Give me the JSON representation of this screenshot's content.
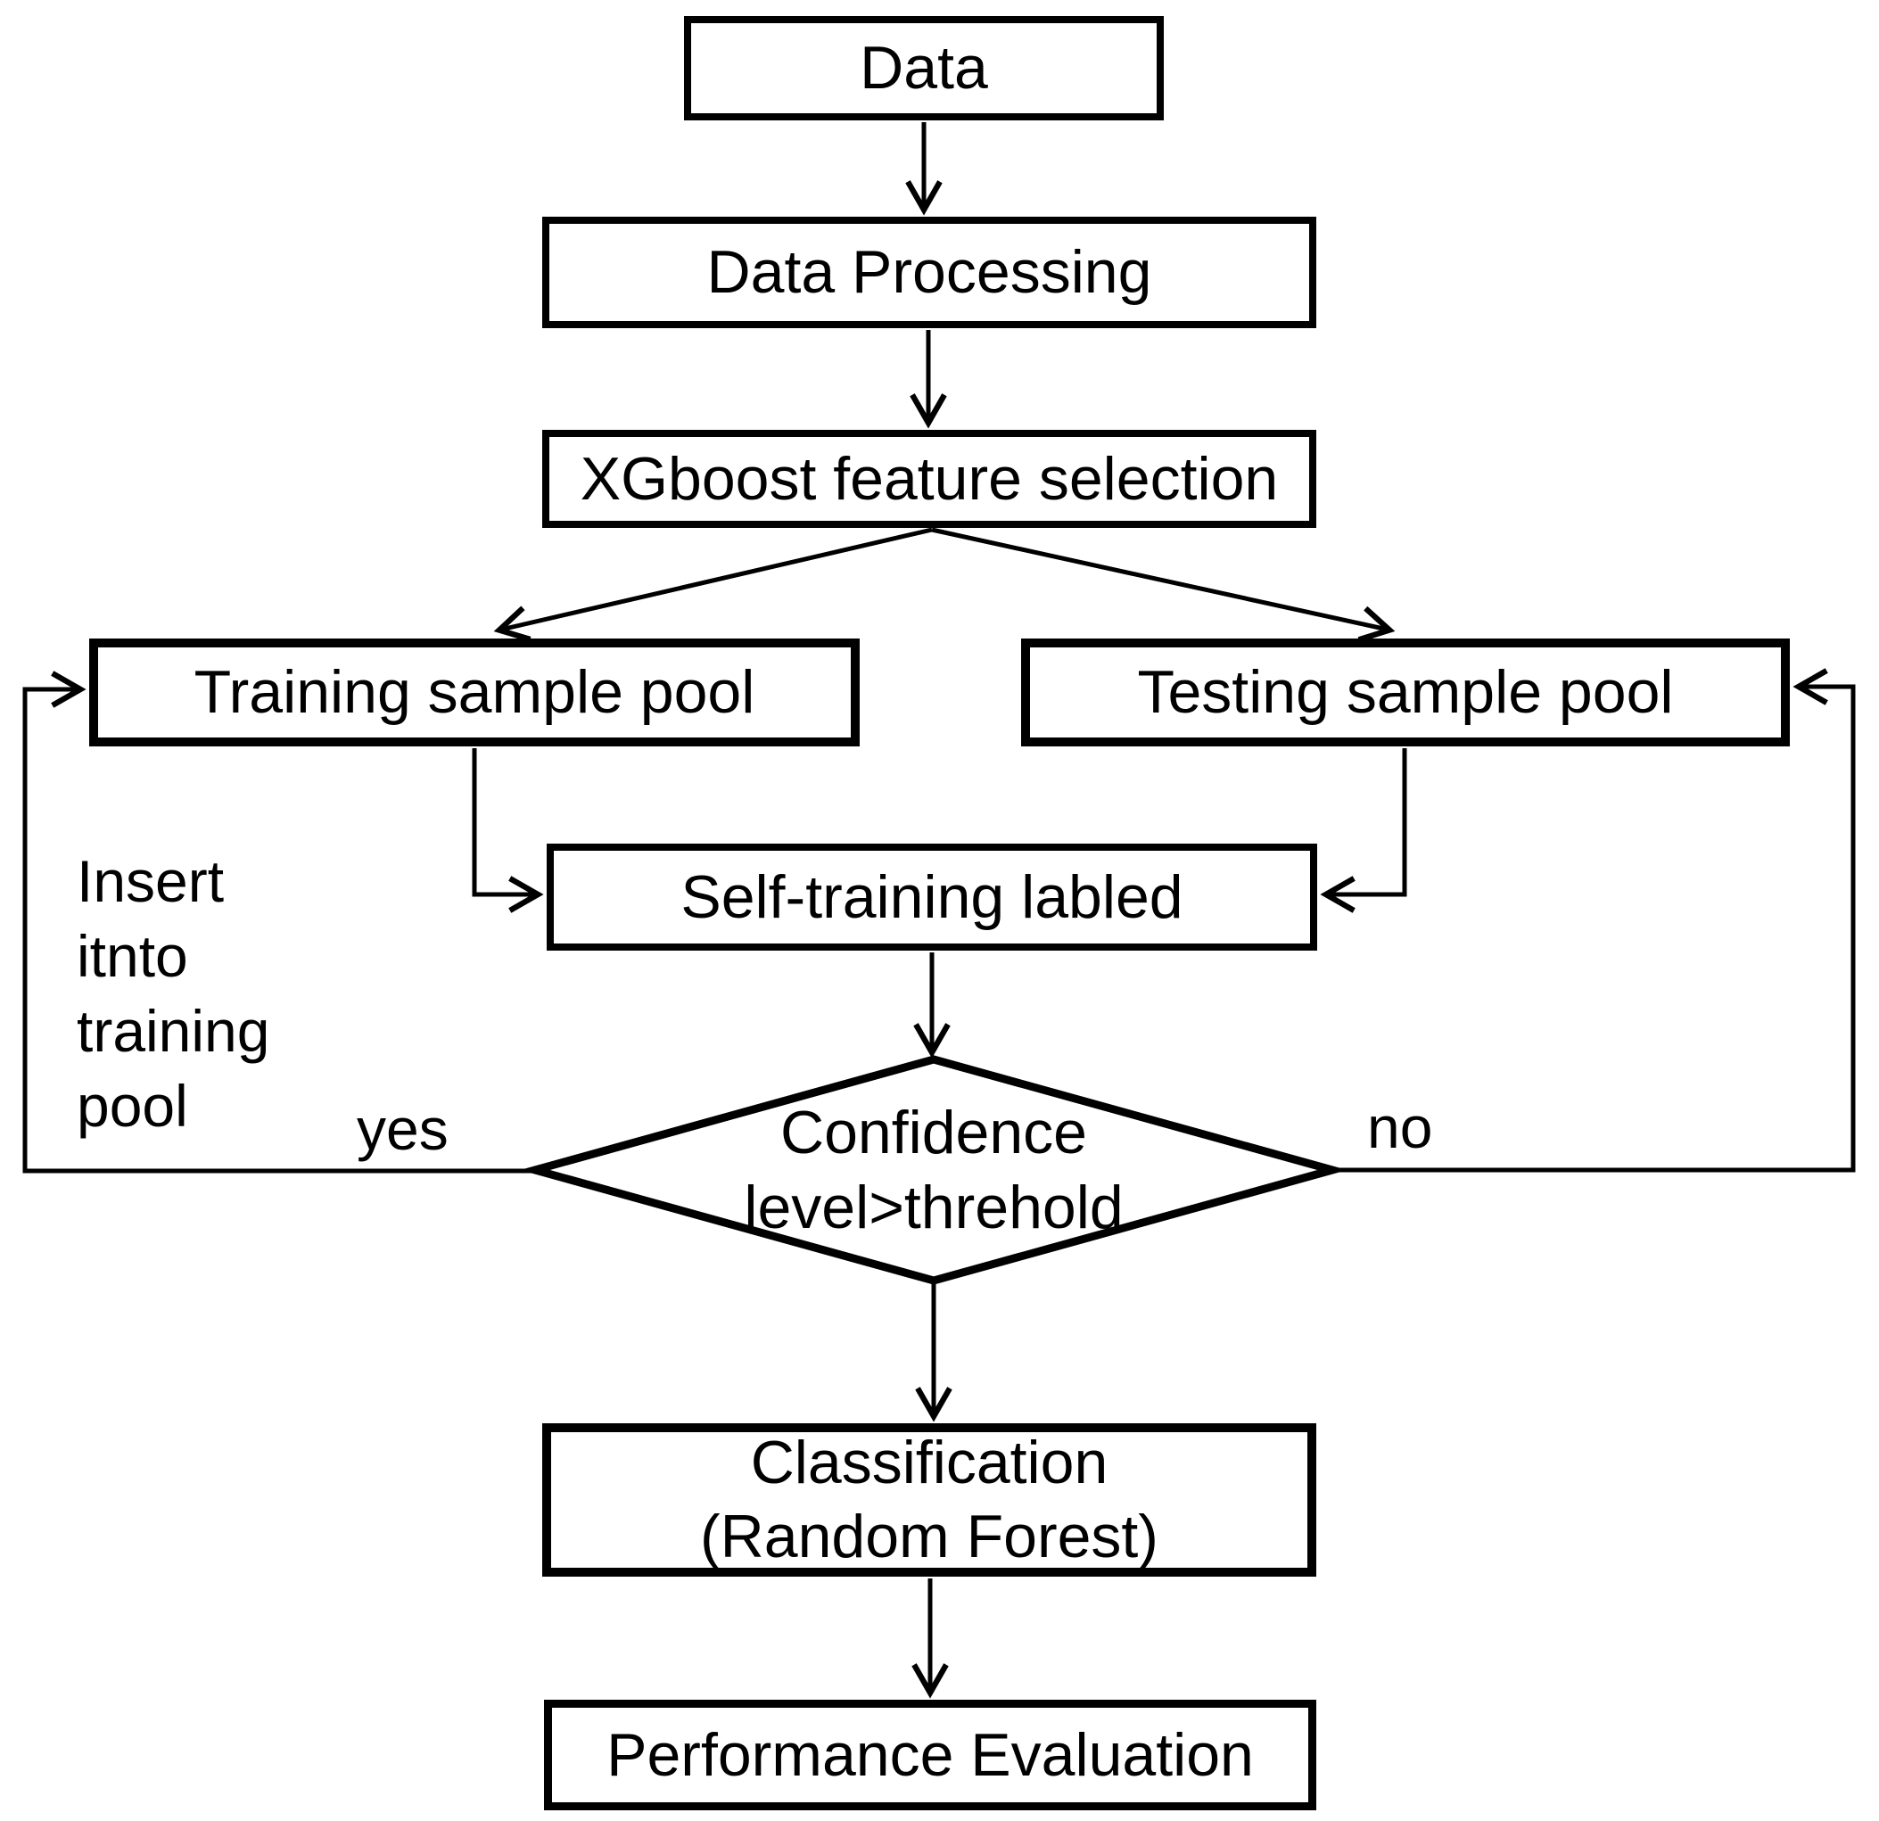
{
  "diagram": {
    "type": "flowchart",
    "colors": {
      "ink": "#000000",
      "background": "#ffffff"
    },
    "nodes": {
      "data": {
        "label": "Data",
        "shape": "rect"
      },
      "data_processing": {
        "label": "Data Processing",
        "shape": "rect"
      },
      "xgboost_feature_selection": {
        "label": "XGboost feature selection",
        "shape": "rect"
      },
      "training_sample_pool": {
        "label": "Training sample pool",
        "shape": "rect"
      },
      "testing_sample_pool": {
        "label": "Testing sample pool",
        "shape": "rect"
      },
      "self_training_labled": {
        "label": "Self-training labled",
        "shape": "rect"
      },
      "confidence_decision": {
        "label": "Confidence\nlevel>threhold",
        "shape": "diamond"
      },
      "classification": {
        "label": "Classification\n(Random Forest)",
        "shape": "rect"
      },
      "performance_evaluation": {
        "label": "Performance Evaluation",
        "shape": "rect"
      }
    },
    "edge_labels": {
      "yes": "yes",
      "no": "no",
      "insert_note": "Insert\nitnto\ntraining\npool"
    },
    "edges": [
      {
        "from": "data",
        "to": "data_processing"
      },
      {
        "from": "data_processing",
        "to": "xgboost_feature_selection"
      },
      {
        "from": "xgboost_feature_selection",
        "to": "training_sample_pool"
      },
      {
        "from": "xgboost_feature_selection",
        "to": "testing_sample_pool"
      },
      {
        "from": "training_sample_pool",
        "to": "self_training_labled"
      },
      {
        "from": "testing_sample_pool",
        "to": "self_training_labled"
      },
      {
        "from": "self_training_labled",
        "to": "confidence_decision"
      },
      {
        "from": "confidence_decision",
        "to": "training_sample_pool",
        "label": "yes",
        "note": "Insert itnto training pool"
      },
      {
        "from": "confidence_decision",
        "to": "testing_sample_pool",
        "label": "no"
      },
      {
        "from": "confidence_decision",
        "to": "classification"
      },
      {
        "from": "classification",
        "to": "performance_evaluation"
      }
    ]
  }
}
